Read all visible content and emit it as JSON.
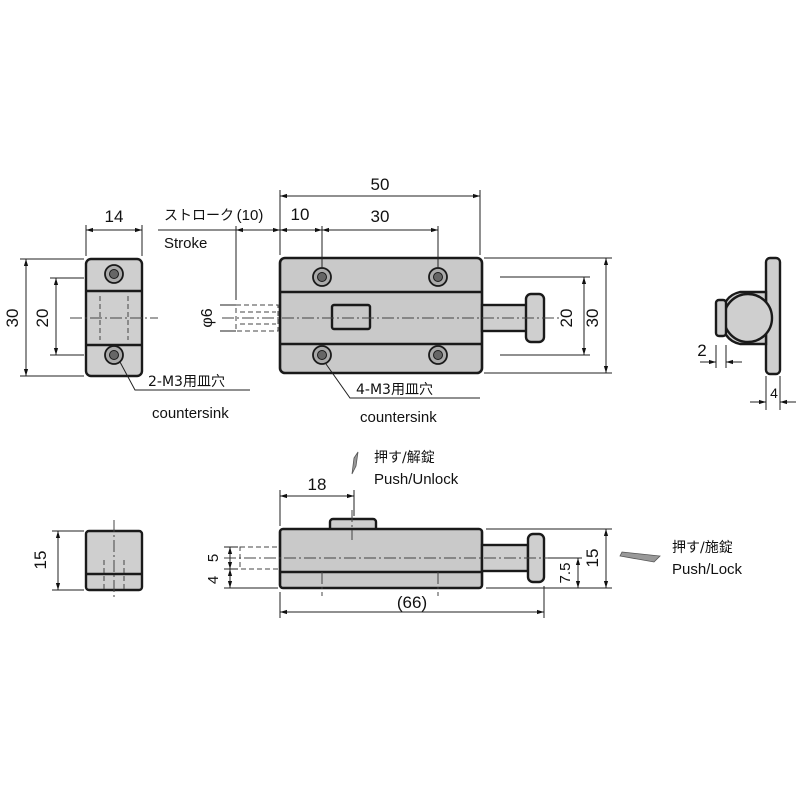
{
  "dimensions": {
    "width_end": "14",
    "height_end": "30",
    "hole_spacing_end": "20",
    "stroke_value": "(10)",
    "offset_10": "10",
    "hole_pitch": "30",
    "overall_length": "50",
    "pin_dia": "φ6",
    "hole_spacing_main": "20",
    "height_main": "30",
    "side_2": "2",
    "side_4": "4",
    "top_18": "18",
    "height_15_end": "15",
    "pin_5": "5",
    "base_4": "4",
    "total_66": "(66)",
    "h_75": "7.5",
    "h_15_main": "15"
  },
  "labels": {
    "stroke_jp": "ストローク",
    "stroke_en": "Stroke",
    "hole_2_jp": "2-M3用皿穴",
    "hole_2_en": "countersink",
    "hole_4_jp": "4-M3用皿穴",
    "hole_4_en": "countersink",
    "unlock_jp": "押す/解錠",
    "unlock_en": "Push/Unlock",
    "lock_jp": "押す/施錠",
    "lock_en": "Push/Lock"
  }
}
